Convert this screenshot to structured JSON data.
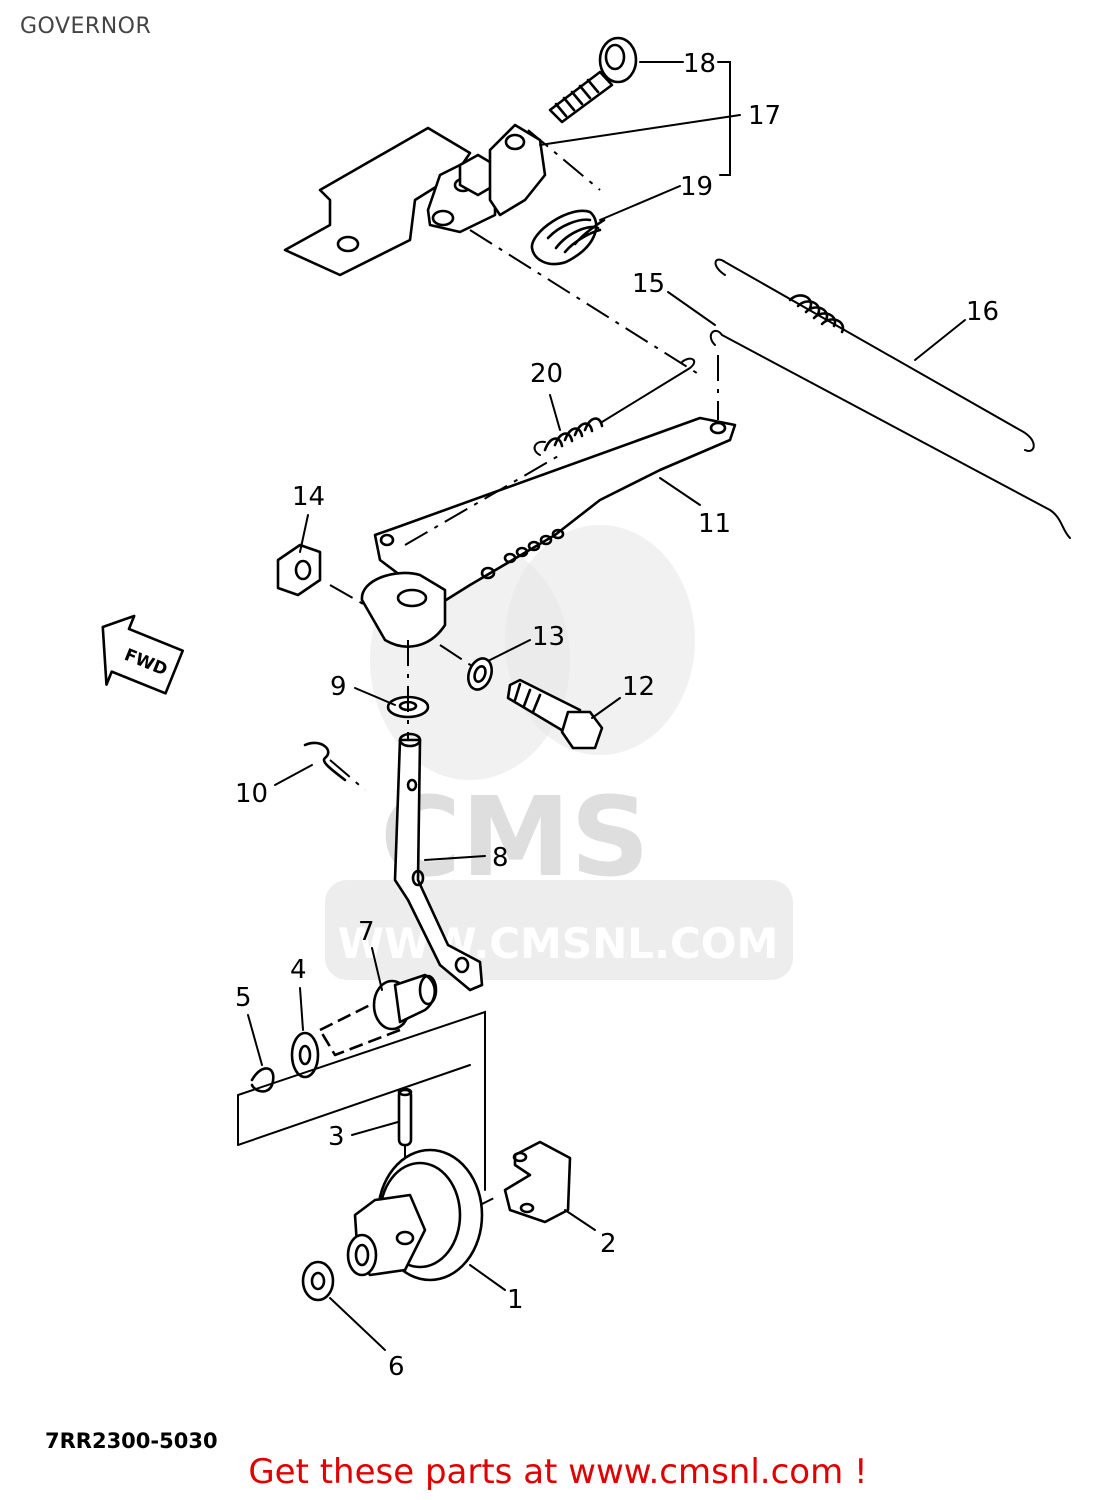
{
  "title": "GOVERNOR",
  "watermark": {
    "brand": "CMS",
    "url": "WWW.CMSNL.COM"
  },
  "diagram_code": "7RR2300-5030",
  "fwd_label": "FWD",
  "callouts": [
    "1",
    "2",
    "3",
    "4",
    "5",
    "6",
    "7",
    "8",
    "9",
    "10",
    "11",
    "12",
    "13",
    "14",
    "15",
    "16",
    "17",
    "18",
    "19",
    "20"
  ],
  "footer": "Get these parts at www.cmsnl.com !",
  "colors": {
    "footer_text": "#e00000",
    "title_text": "#444444",
    "watermark": "#e0e0e0",
    "line": "#000000"
  }
}
